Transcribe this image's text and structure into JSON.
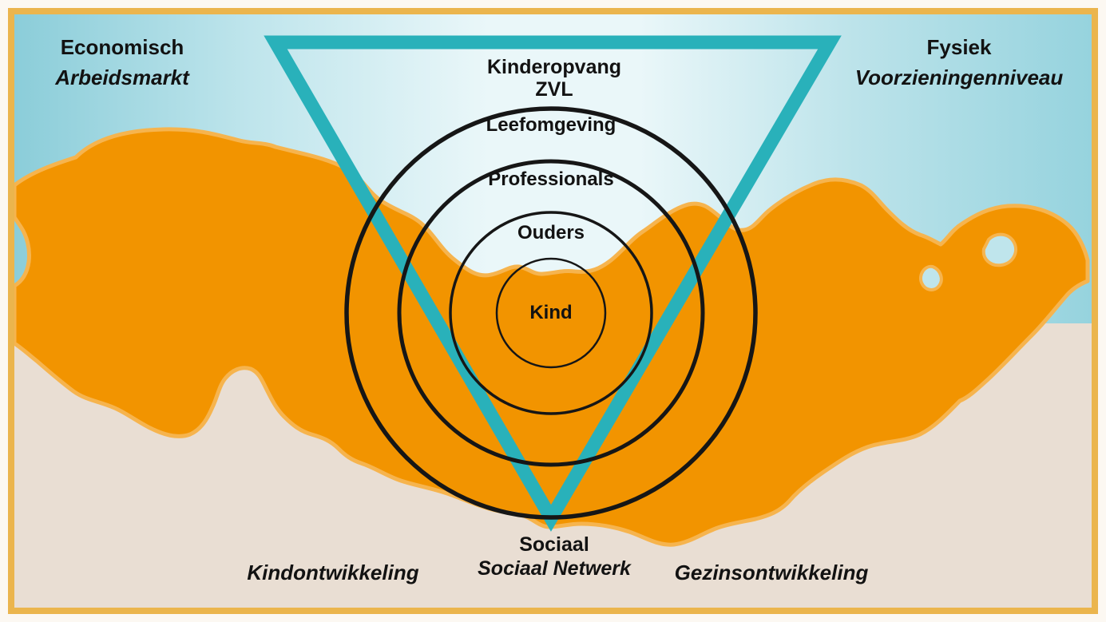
{
  "colors": {
    "frame_border": "#EBB54D",
    "outer_margin": "#FCF8F2",
    "sky_left": "#8BCDD9",
    "sky_center": "#EAF7F9",
    "sky_right": "#96D3DE",
    "ground": "#E9DED3",
    "land_orange": "#F29400",
    "land_outline": "#F6B44E",
    "triangle_teal": "#29B1BA",
    "ring_black": "#161616",
    "text": "#121212"
  },
  "corner_labels": {
    "top_left": {
      "title": "Economisch",
      "subtitle": "Arbeidsmarkt"
    },
    "top_center": {
      "title": "Kinderopvang",
      "subtitle": "ZVL"
    },
    "top_right": {
      "title": "Fysiek",
      "subtitle": "Voorzieningenniveau"
    },
    "bottom_center": {
      "title": "Sociaal",
      "subtitle": "Sociaal Netwerk"
    },
    "bottom_left": {
      "title": "Kindontwikkeling"
    },
    "bottom_right": {
      "title": "Gezinsontwikkeling"
    }
  },
  "rings": [
    {
      "label": "Leefomgeving"
    },
    {
      "label": "Professionals"
    },
    {
      "label": "Ouders"
    },
    {
      "label": "Kind"
    }
  ]
}
